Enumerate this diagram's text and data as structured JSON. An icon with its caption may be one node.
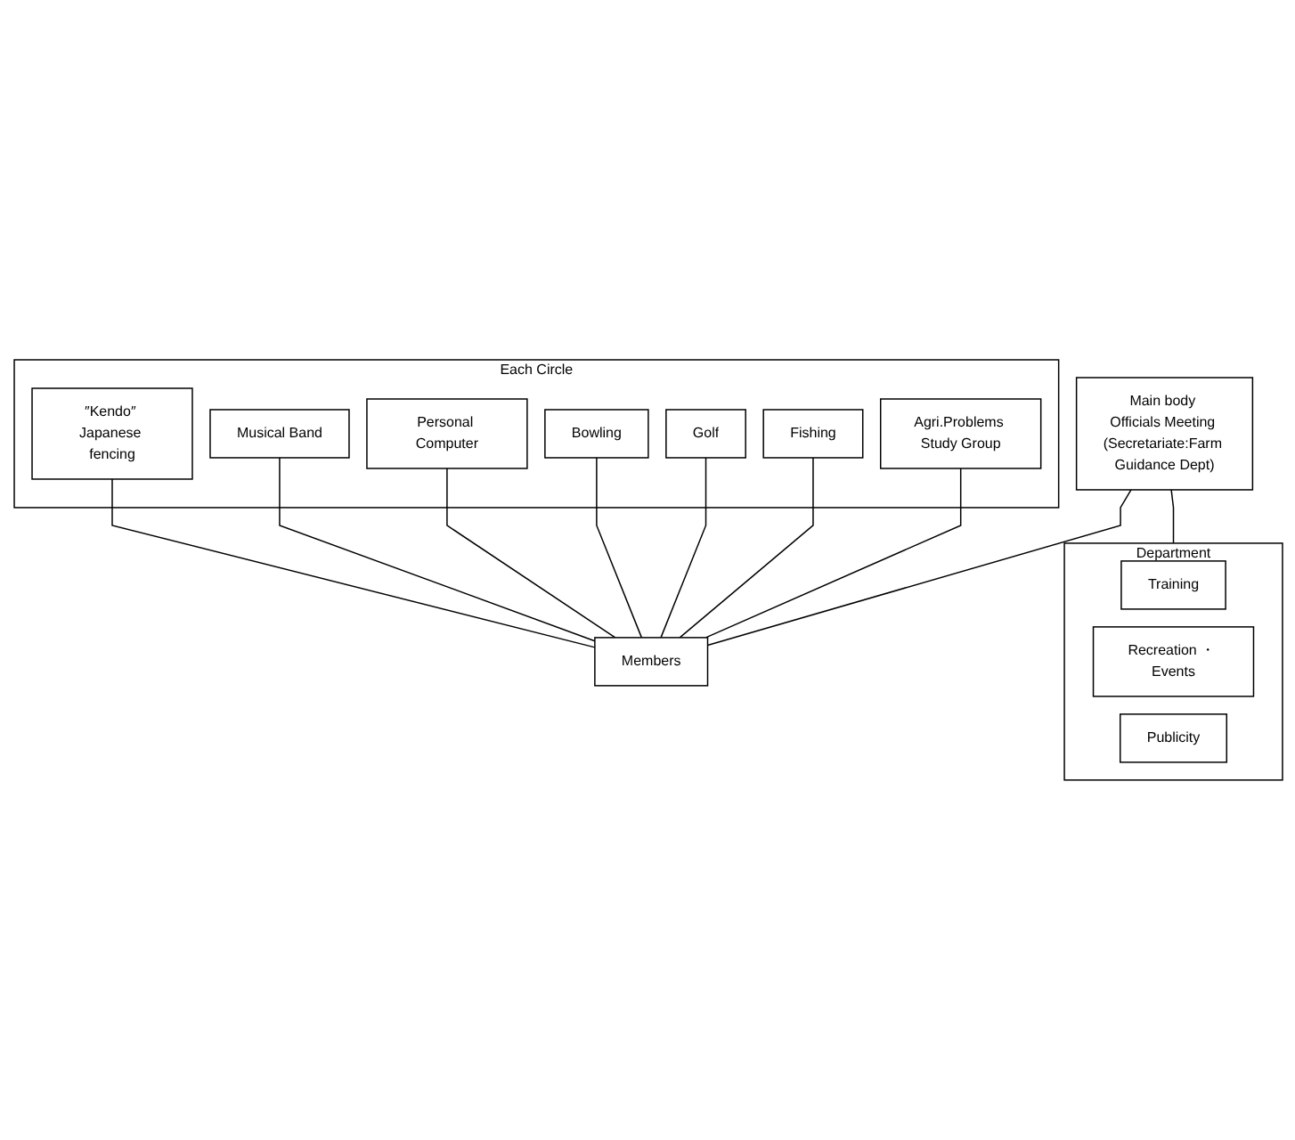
{
  "diagram": {
    "nodes": [
      {
        "text": [
          "Main body Officials Meeting (Secretariate:Farm Guidance Dept)"
        ]
      },
      {
        "text": [
          "Department"
        ]
      },
      {
        "text": [
          "Training"
        ],
        "in": 1
      },
      {
        "text": [
          "Recreation ・ Events"
        ],
        "in": 1
      },
      {
        "text": [
          "Publicity"
        ],
        "in": 1
      },
      {
        "text": [
          "Each Circle"
        ]
      },
      {
        "text": [
          "″Kendo″ Japanese fencing"
        ],
        "in": 5
      },
      {
        "text": [
          "Musical Band"
        ],
        "in": 5
      },
      {
        "text": [
          "Personal Computer"
        ],
        "in": 5
      },
      {
        "text": [
          "Bowling"
        ],
        "in": 5
      },
      {
        "text": [
          "Golf"
        ],
        "in": 5
      },
      {
        "text": [
          "Fishing"
        ],
        "in": 5
      },
      {
        "text": [
          "Agri.Problems Study Group"
        ],
        "in": 5
      },
      {
        "text": [
          "Members"
        ]
      }
    ],
    "edges": [
      {
        "from": 0,
        "to": 1,
        "arrow": "none"
      },
      {
        "from": 0,
        "to": 13,
        "arrow": "none"
      },
      {
        "from": 6,
        "to": 13,
        "arrow": "none"
      },
      {
        "from": 7,
        "to": 13,
        "arrow": "none"
      },
      {
        "from": 8,
        "to": 13,
        "arrow": "none"
      },
      {
        "from": 9,
        "to": 13,
        "arrow": "none"
      },
      {
        "from": 10,
        "to": 13,
        "arrow": "none"
      },
      {
        "from": 11,
        "to": 13,
        "arrow": "none"
      },
      {
        "from": 12,
        "to": 13,
        "arrow": "none"
      }
    ]
  }
}
